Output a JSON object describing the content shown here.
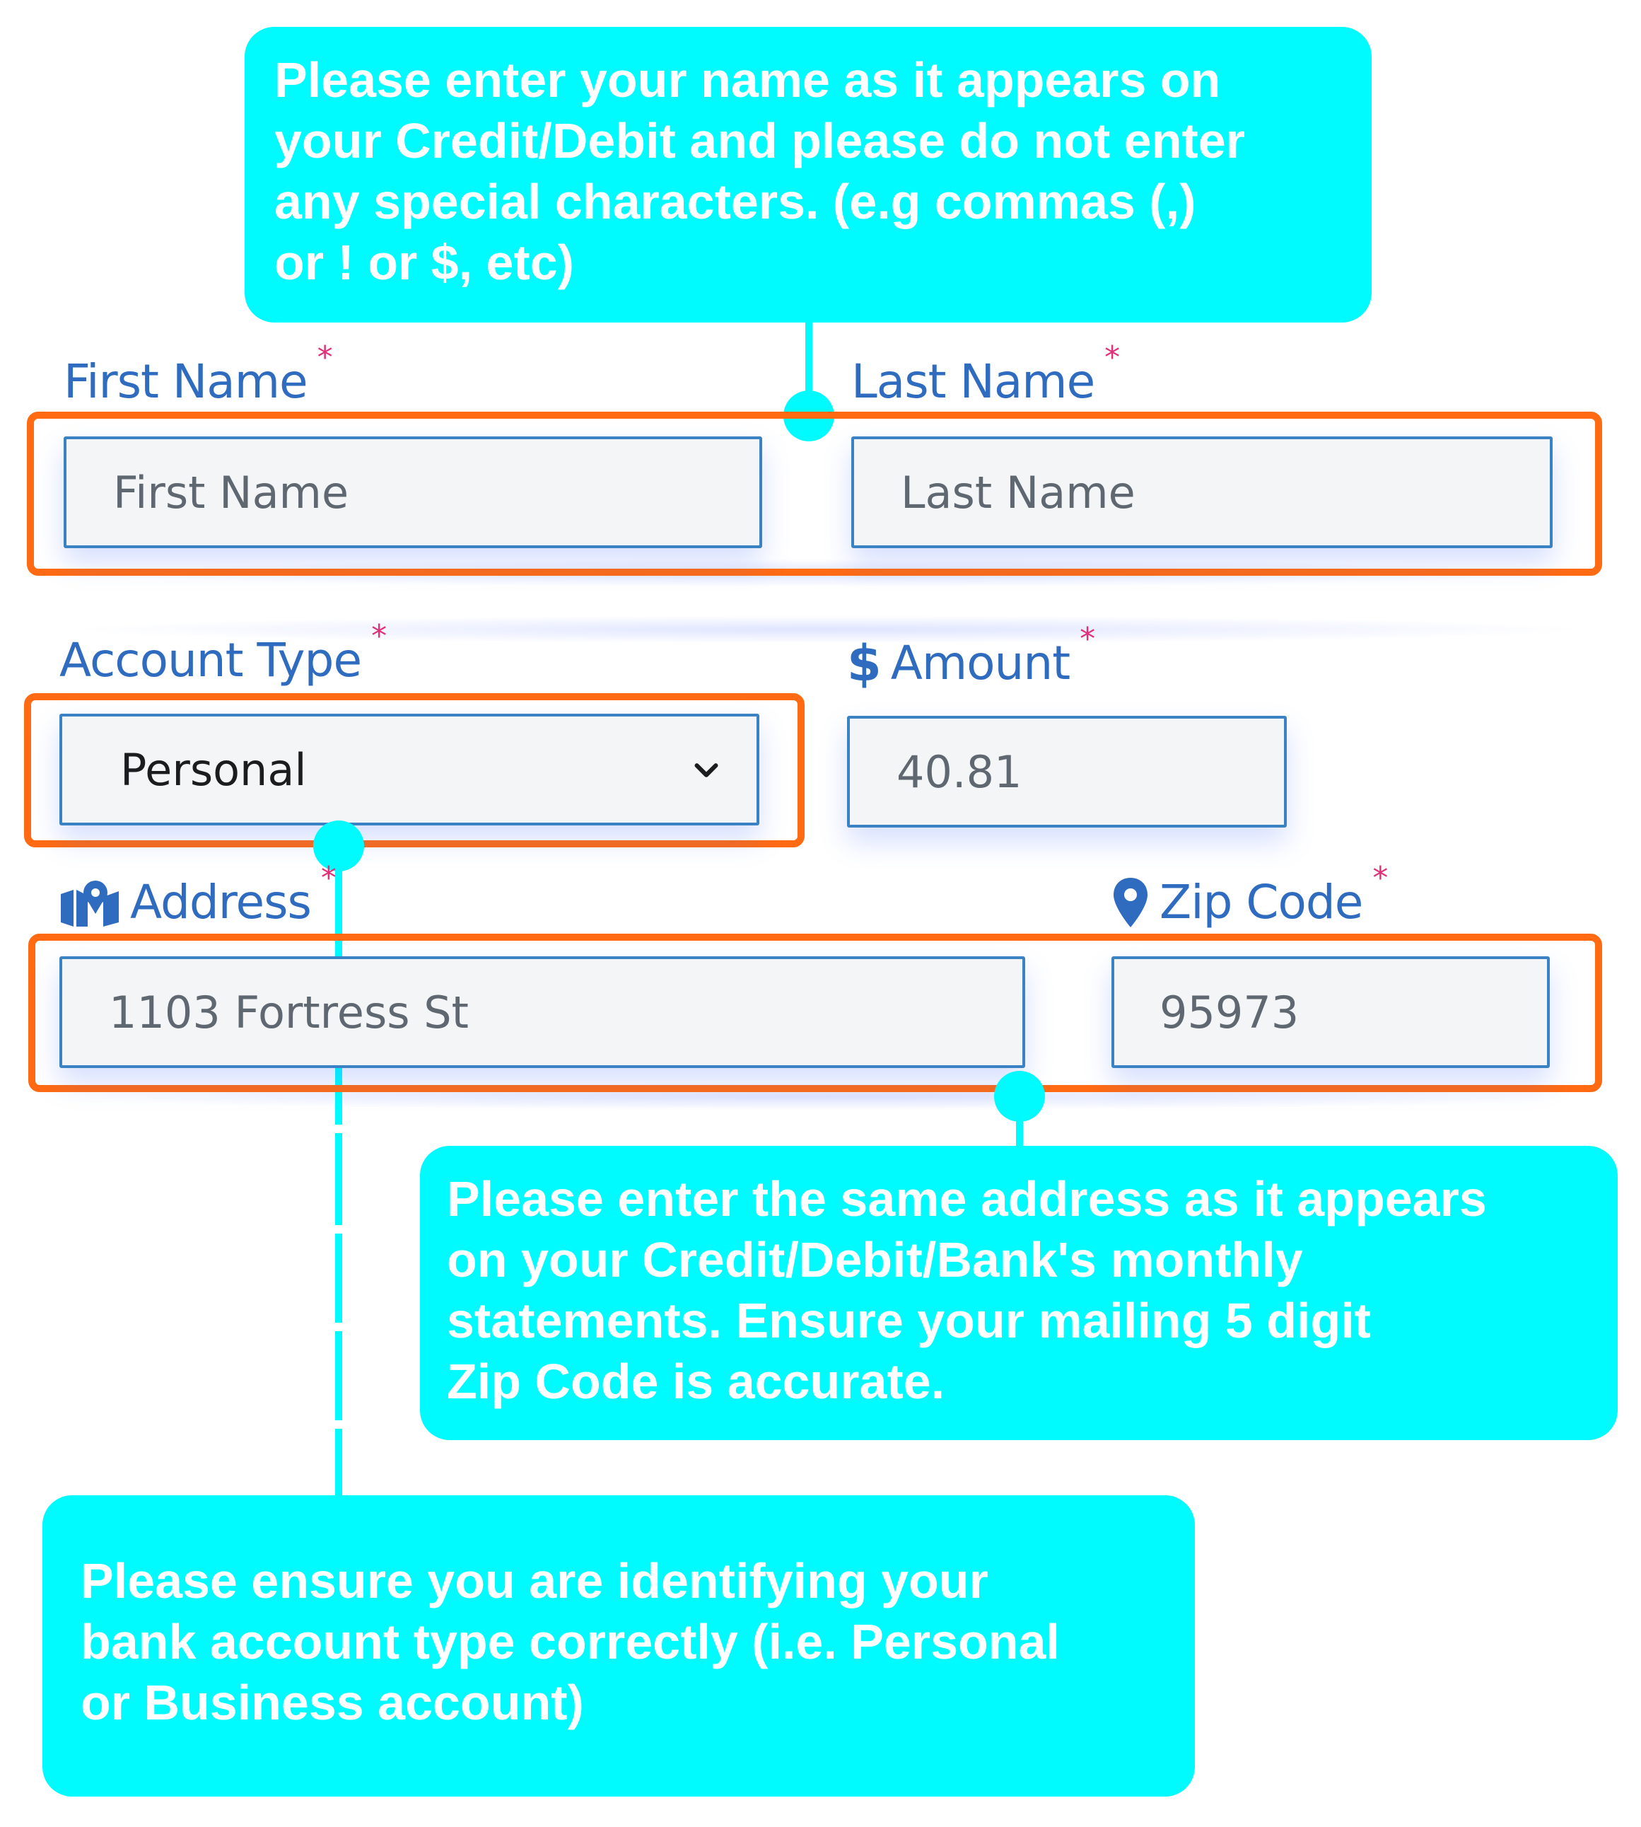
{
  "callouts": {
    "name_tip": "Please enter your name as it appears on\nyour Credit/Debit and please do not enter\nany special characters. (e.g commas (,)\nor ! or $, etc)",
    "address_tip": "Please enter the same address as it appears\non your Credit/Debit/Bank's monthly\nstatements. Ensure your mailing 5 digit\nZip Code is accurate.",
    "account_type_tip": "Please ensure you are identifying your\nbank account type correctly (i.e. Personal\nor Business  account)"
  },
  "form": {
    "required_mark": "*",
    "first_name": {
      "label": "First Name",
      "placeholder": "First Name",
      "value": ""
    },
    "last_name": {
      "label": "Last Name",
      "placeholder": "Last Name",
      "value": ""
    },
    "account_type": {
      "label": "Account Type",
      "selected": "Personal"
    },
    "amount": {
      "label": "Amount",
      "currency_symbol": "$",
      "value": "40.81"
    },
    "address": {
      "label": "Address",
      "icon": "map-icon",
      "value": "1103 Fortress St"
    },
    "zip_code": {
      "label": "Zip Code",
      "icon": "map-pin-icon",
      "value": "95973"
    }
  },
  "colors": {
    "callout": "#00fbff",
    "highlight": "#ff6a13",
    "label": "#2f6cc0",
    "required": "#e0307a",
    "field_border": "#3b82c4",
    "field_bg": "#f3f5f7"
  }
}
